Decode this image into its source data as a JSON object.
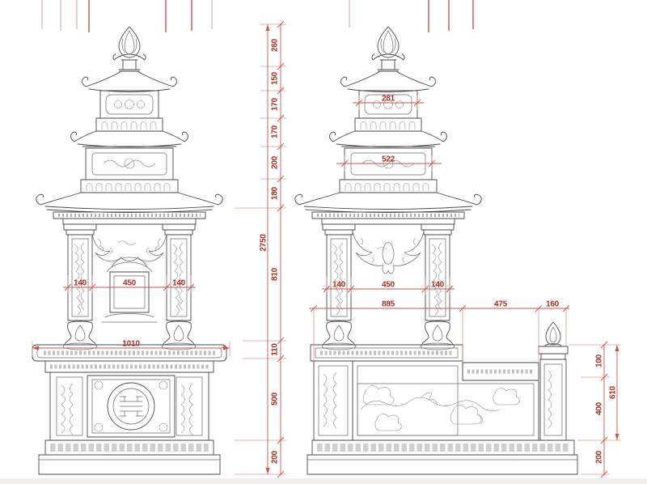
{
  "drawing": {
    "type": "technical-elevation",
    "views": {
      "front": {
        "height_total": "2750",
        "height_segments": [
          "260",
          "150",
          "170",
          "170",
          "200",
          "180",
          "810",
          "110",
          "500",
          "200"
        ],
        "width_segments": [
          "140",
          "450",
          "140"
        ],
        "altar_width": "1010"
      },
      "side": {
        "width_segments": [
          "140",
          "450",
          "140"
        ],
        "depth_segments": [
          "885",
          "475",
          "160"
        ],
        "upper_panel_width": "281",
        "middle_panel_width": "522",
        "rear_height_outer": "610",
        "rear_height_segments": [
          "100",
          "400",
          "200"
        ]
      }
    },
    "colors": {
      "dimension_line": "#c4574e",
      "dimension_text": "#a93226",
      "line_work": "#4a4a4a"
    }
  }
}
